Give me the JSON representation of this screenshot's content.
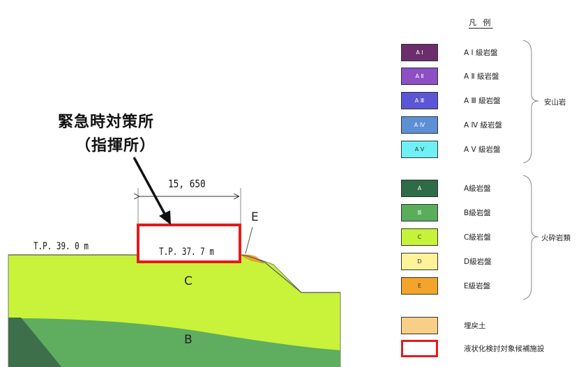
{
  "section": {
    "facility_title": "緊急時対策所",
    "facility_subtitle": "（指揮所）",
    "width_dimension": "15, 650",
    "ground_level_left": "T.P. 39. 0 m",
    "ground_level_facility": "T.P. 37. 7 m",
    "label_E": "E",
    "label_C": "C",
    "label_B": "B"
  },
  "legend": {
    "title": "凡 例",
    "andesite_group": "安山岩",
    "pyroclastic_group": "火砕岩類",
    "items": [
      {
        "swatch": "A Ⅰ",
        "label": "A Ⅰ 級岩盤",
        "color": "#6b2d6b"
      },
      {
        "swatch": "A Ⅱ",
        "label": "A Ⅱ 級岩盤",
        "color": "#8d4fc2"
      },
      {
        "swatch": "A Ⅲ",
        "label": "A Ⅲ 級岩盤",
        "color": "#5a56d6"
      },
      {
        "swatch": "A Ⅳ",
        "label": "A Ⅳ 級岩盤",
        "color": "#5d8fd6"
      },
      {
        "swatch": "A Ⅴ",
        "label": "A Ⅴ 級岩盤",
        "color": "#6ff0f5"
      },
      {
        "swatch": "A",
        "label": "A級岩盤",
        "color": "#2e6b46"
      },
      {
        "swatch": "B",
        "label": "B級岩盤",
        "color": "#5aad5a"
      },
      {
        "swatch": "C",
        "label": "C級岩盤",
        "color": "#c6f23a"
      },
      {
        "swatch": "D",
        "label": "D級岩盤",
        "color": "#fff39a"
      },
      {
        "swatch": "E",
        "label": "E級岩盤",
        "color": "#f2a52a"
      },
      {
        "swatch": "",
        "label": "埋戻土",
        "color": "#f7cf86"
      },
      {
        "swatch": "",
        "label": "液状化検討対象候補施設",
        "color": "#e21b1b"
      }
    ]
  }
}
